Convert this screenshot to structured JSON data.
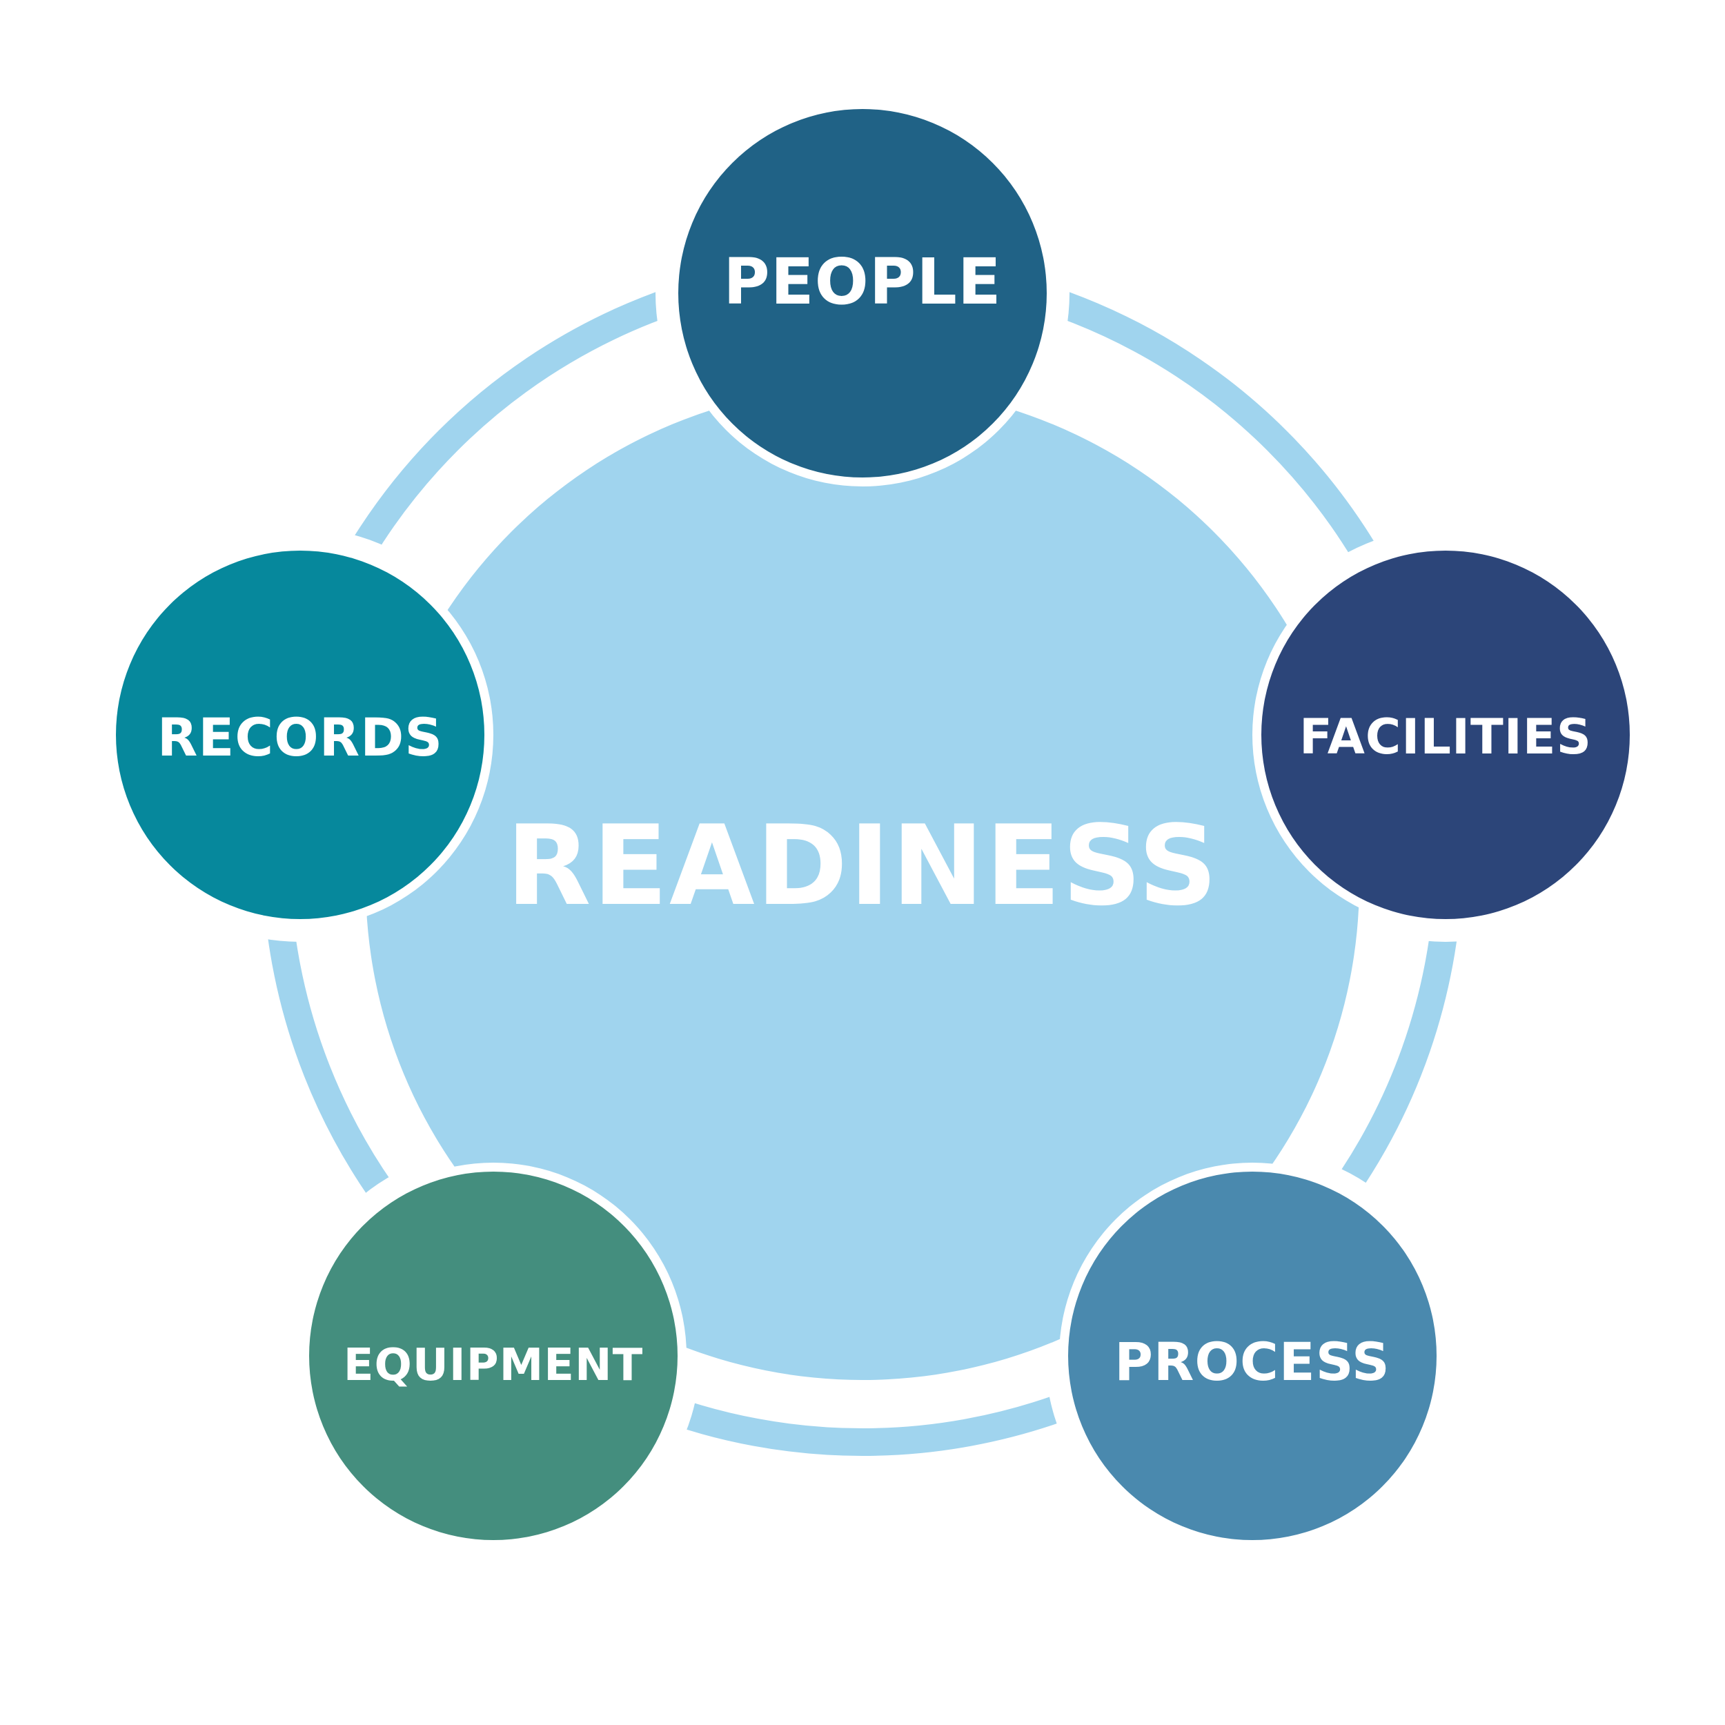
{
  "center": {
    "label": "READINESS",
    "color": "#A0D4EE"
  },
  "ring_color": "#A0D4EE",
  "background": "#FFFFFF",
  "nodes": [
    {
      "key": "people",
      "label": "PEOPLE",
      "color": "#206286"
    },
    {
      "key": "facilities",
      "label": "FACILITIES",
      "color": "#2C4579"
    },
    {
      "key": "process",
      "label": "PROCESS",
      "color": "#4A89AE"
    },
    {
      "key": "equipment",
      "label": "EQUIPMENT",
      "color": "#448E7E"
    },
    {
      "key": "records",
      "label": "RECORDS",
      "color": "#06889C"
    }
  ]
}
